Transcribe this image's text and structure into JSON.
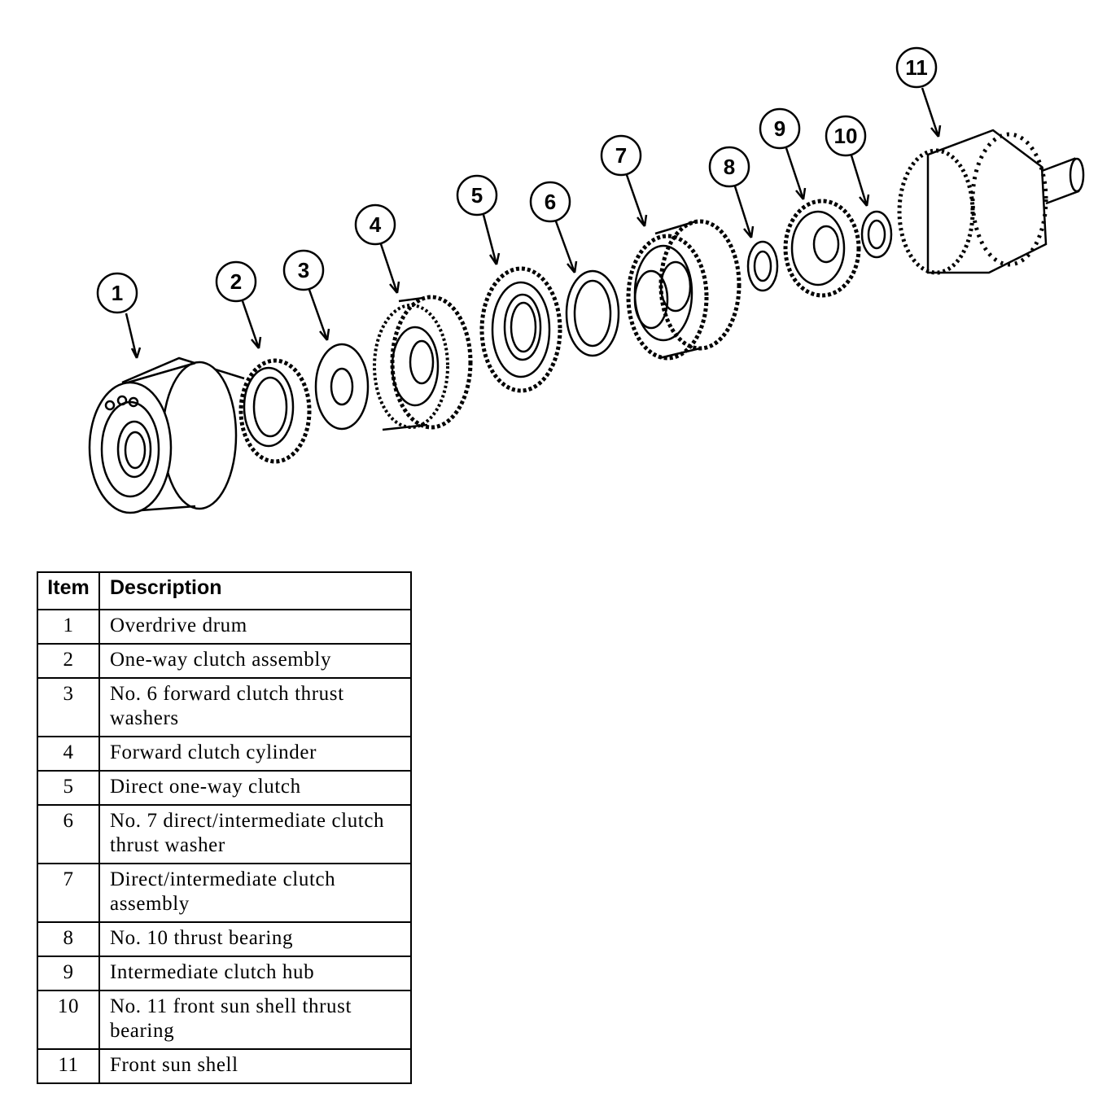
{
  "table": {
    "headers": {
      "item": "Item",
      "description": "Description"
    },
    "rows": [
      {
        "item": "1",
        "description": "Overdrive drum"
      },
      {
        "item": "2",
        "description": "One-way clutch assembly"
      },
      {
        "item": "3",
        "description": "No. 6 forward clutch thrust washers"
      },
      {
        "item": "4",
        "description": "Forward clutch cylinder"
      },
      {
        "item": "5",
        "description": "Direct one-way clutch"
      },
      {
        "item": "6",
        "description": "No. 7 direct/intermediate clutch thrust washer"
      },
      {
        "item": "7",
        "description": "Direct/intermediate clutch assembly"
      },
      {
        "item": "8",
        "description": "No. 10 thrust bearing"
      },
      {
        "item": "9",
        "description": "Intermediate clutch hub"
      },
      {
        "item": "10",
        "description": "No. 11 front sun shell thrust bearing"
      },
      {
        "item": "11",
        "description": "Front sun shell"
      }
    ]
  }
}
